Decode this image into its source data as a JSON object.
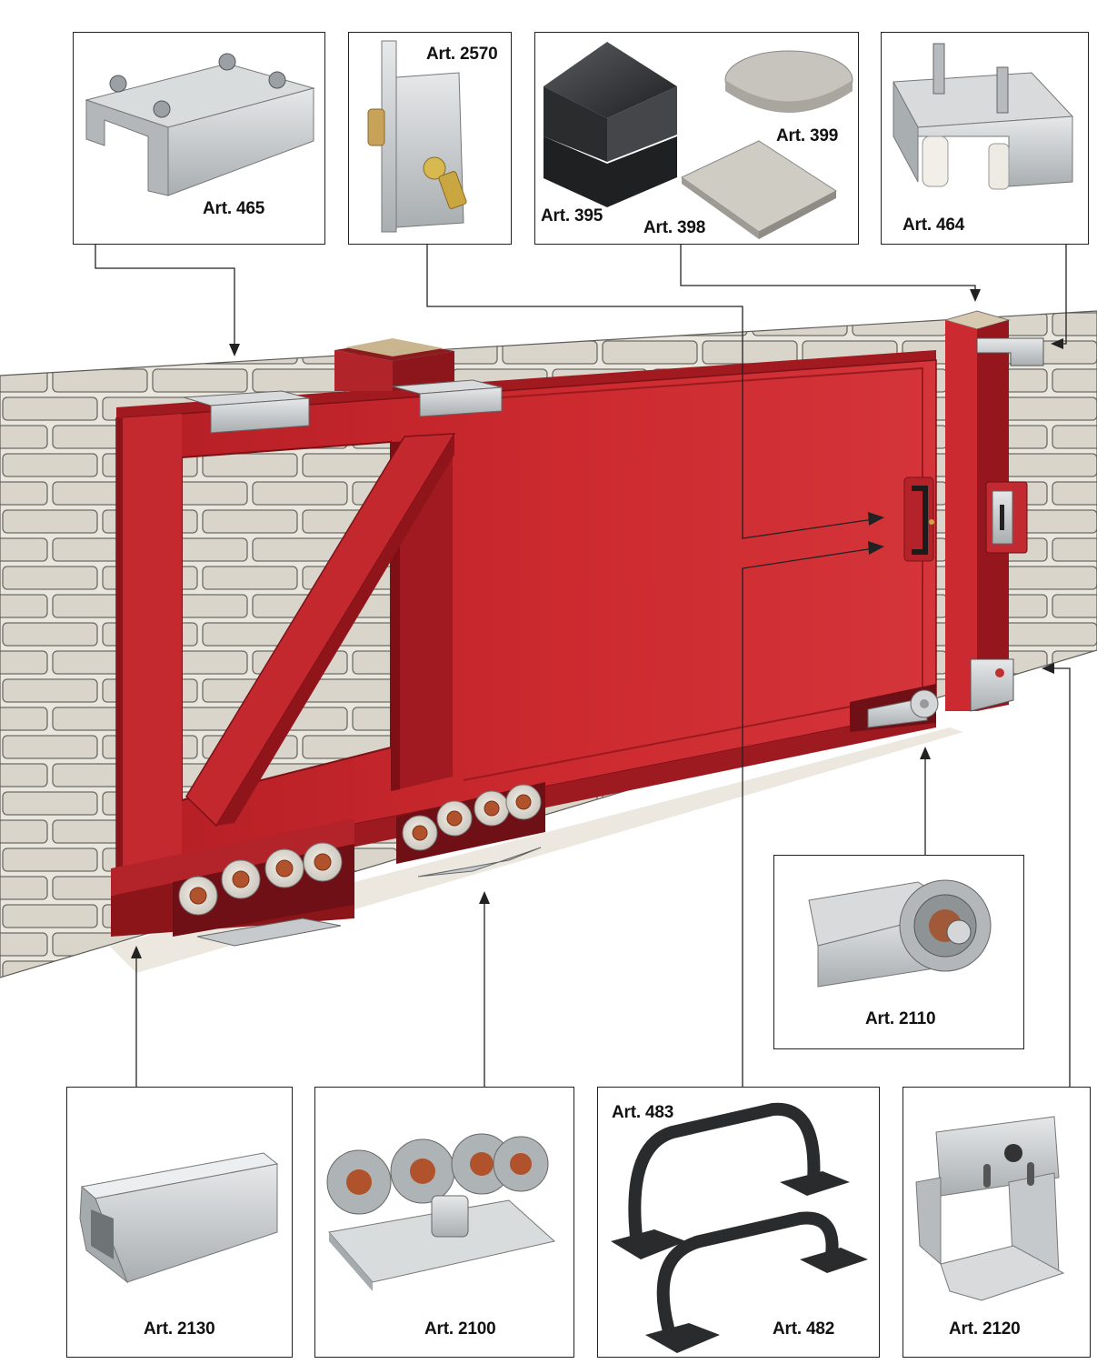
{
  "colors": {
    "gate": "#c0262d",
    "gate_dark": "#8a1419",
    "gate_light": "#d8383c",
    "wall": "#e9e6dd",
    "brick": "#cfcbc1",
    "steel": "#c9ccce",
    "steel_dark": "#8e9396",
    "cap_dark": "#3a3b3d",
    "handle": "#2a2b2d",
    "line": "#222222"
  },
  "icons": {
    "guide": "guide-bracket-icon",
    "lock": "sliding-gate-lock-icon",
    "caps": "post-cap-icon",
    "top_guide": "top-guide-roller-icon",
    "end_roller": "end-roller-icon",
    "rail": "steel-rail-icon",
    "carriage": "roller-carriage-icon",
    "handles": "gate-handle-icon",
    "receiver": "end-receiver-icon"
  },
  "labels": {
    "art465": "Art. 465",
    "art2570": "Art. 2570",
    "art395": "Art. 395",
    "art398": "Art. 398",
    "art399": "Art. 399",
    "art464": "Art. 464",
    "art2110": "Art. 2110",
    "art2130": "Art. 2130",
    "art2100": "Art. 2100",
    "art483": "Art. 483",
    "art482": "Art. 482",
    "art2120": "Art. 2120"
  }
}
